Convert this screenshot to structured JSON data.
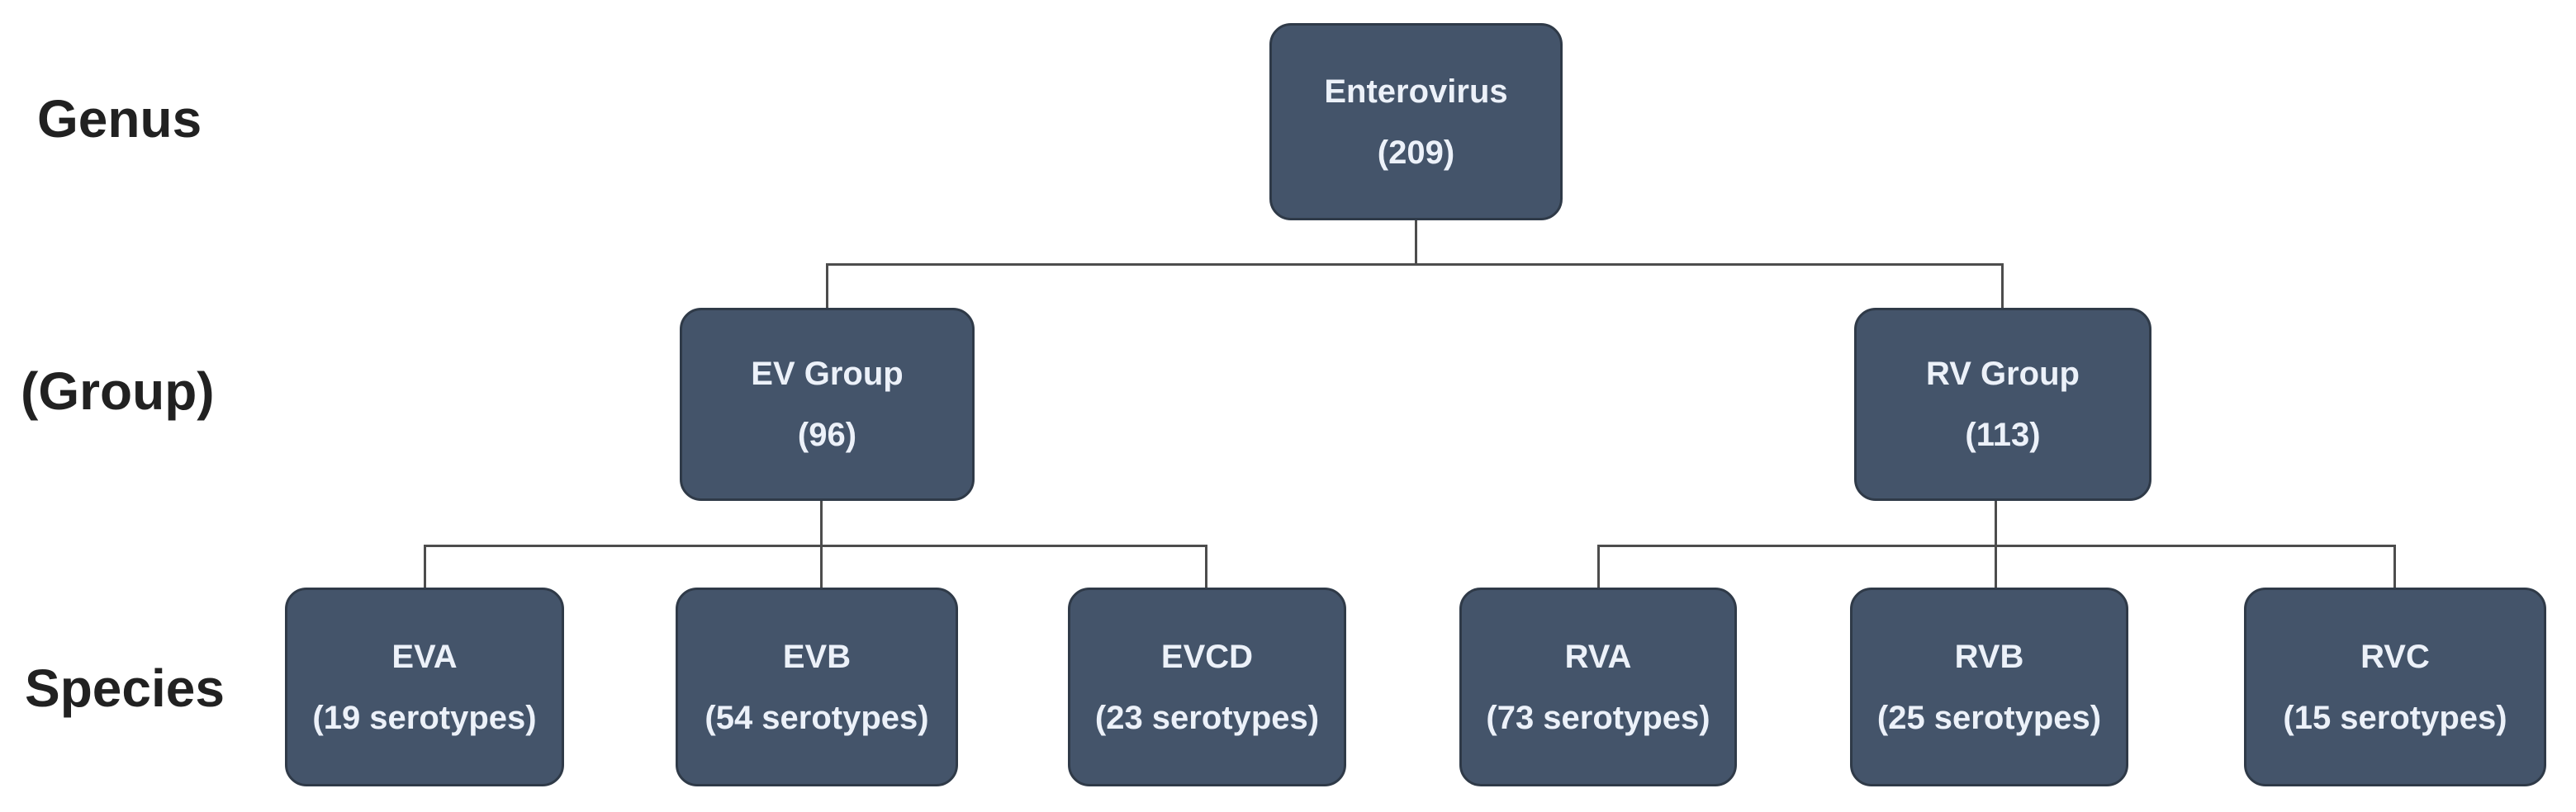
{
  "colors": {
    "background": "#FFFFFF",
    "node_fill": "#44546A",
    "node_border": "#2F3A48",
    "node_text": "#ECF1F9",
    "label_text": "#212121",
    "connector": "#4D4D4D"
  },
  "row_labels": {
    "genus": "Genus",
    "group": "(Group)",
    "species": "Species"
  },
  "nodes": {
    "root": {
      "line1": "Enterovirus",
      "line2": "(209)"
    },
    "ev_group": {
      "line1": "EV Group",
      "line2": "(96)"
    },
    "rv_group": {
      "line1": "RV Group",
      "line2": "(113)"
    },
    "eva": {
      "line1": "EVA",
      "line2": "(19 serotypes)"
    },
    "evb": {
      "line1": "EVB",
      "line2": "(54 serotypes)"
    },
    "evcd": {
      "line1": "EVCD",
      "line2": "(23 serotypes)"
    },
    "rva": {
      "line1": "RVA",
      "line2": "(73 serotypes)"
    },
    "rvb": {
      "line1": "RVB",
      "line2": "(25 serotypes)"
    },
    "rvc": {
      "line1": "RVC",
      "line2": "(15 serotypes)"
    }
  },
  "hierarchy": {
    "root": "Enterovirus (209)",
    "children": [
      {
        "name": "EV Group (96)",
        "children": [
          "EVA (19 serotypes)",
          "EVB (54 serotypes)",
          "EVCD (23 serotypes)"
        ]
      },
      {
        "name": "RV Group (113)",
        "children": [
          "RVA (73 serotypes)",
          "RVB (25 serotypes)",
          "RVC (15 serotypes)"
        ]
      }
    ]
  }
}
